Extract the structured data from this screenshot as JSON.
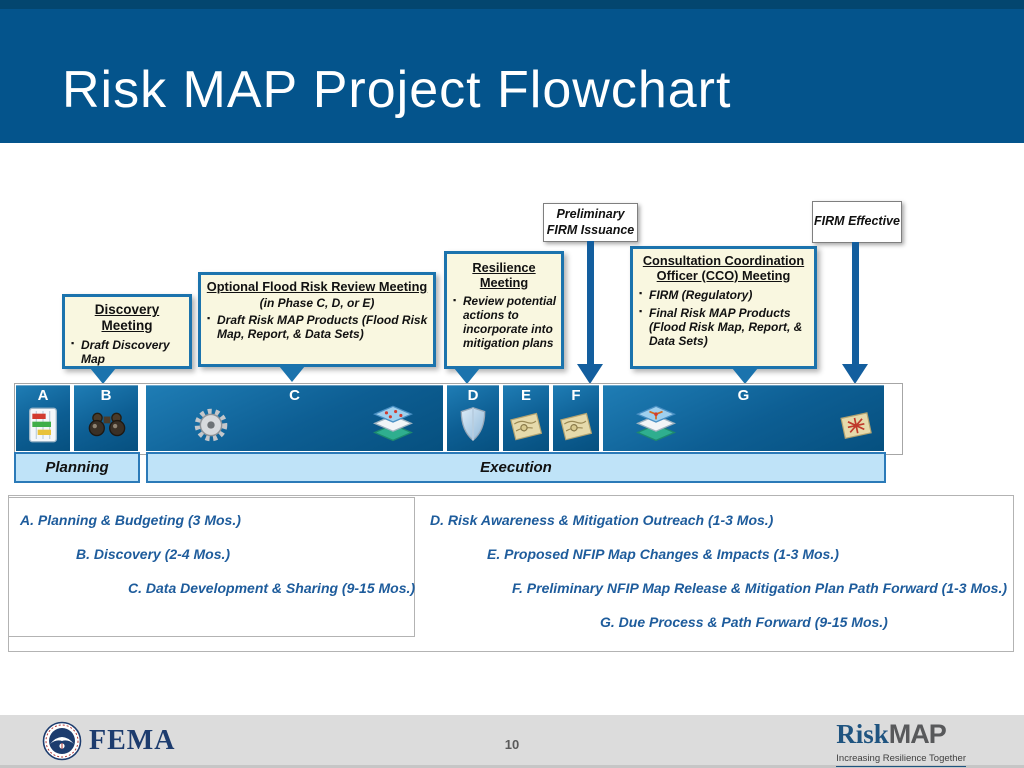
{
  "header": {
    "title": "Risk MAP Project Flowchart"
  },
  "callouts": {
    "discovery": {
      "title": "Discovery Meeting",
      "bullets": [
        "Draft Discovery Map"
      ]
    },
    "optional": {
      "title": "Optional Flood Risk Review Meeting",
      "subtitle": "(in Phase C, D, or E)",
      "bullets": [
        "Draft  Risk MAP Products (Flood Risk Map, Report, & Data Sets)"
      ]
    },
    "resilience": {
      "title": "Resilience Meeting",
      "bullets": [
        "Review potential actions to incorporate into mitigation plans"
      ]
    },
    "cco": {
      "title": "Consultation Coordination Officer (CCO) Meeting",
      "bullets": [
        "FIRM (Regulatory)",
        "Final Risk MAP Products (Flood Risk Map, Report, & Data Sets)"
      ]
    },
    "preliminary_firm": {
      "label": "Preliminary FIRM Issuance"
    },
    "firm_effective": {
      "label": "FIRM Effective"
    }
  },
  "timeline": {
    "segments": [
      {
        "letter": "A",
        "icon": "project-plan-icon"
      },
      {
        "letter": "B",
        "icon": "binoculars-icon"
      },
      {
        "letter": "C",
        "icon": "gear-icon, map-layers-icon"
      },
      {
        "letter": "D",
        "icon": "shield-icon"
      },
      {
        "letter": "E",
        "icon": "map-icon"
      },
      {
        "letter": "F",
        "icon": "map-icon"
      },
      {
        "letter": "G",
        "icon": "map-layers-icon, map-icon"
      }
    ],
    "phases": [
      {
        "label": "Planning"
      },
      {
        "label": "Execution"
      }
    ]
  },
  "legend": {
    "left": [
      "A.  Planning & Budgeting (3 Mos.)",
      "B.  Discovery (2-4 Mos.)",
      "C.  Data Development & Sharing (9-15 Mos.)"
    ],
    "right": [
      "D. Risk Awareness & Mitigation Outreach (1-3 Mos.)",
      "E. Proposed NFIP Map Changes & Impacts (1-3 Mos.)",
      "F. Preliminary NFIP Map Release & Mitigation Plan Path Forward (1-3 Mos.)",
      "G. Due Process & Path Forward (9-15 Mos.)"
    ]
  },
  "footer": {
    "fema_label": "FEMA",
    "page_number": "10",
    "riskmap_risk": "Risk",
    "riskmap_map": "MAP",
    "riskmap_tagline": "Increasing Resilience Together"
  },
  "colors": {
    "header_blue": "#04548C",
    "callout_border_blue": "#1b73ad",
    "callout_cream": "#f9f7e0",
    "segment_blue_dark": "#06507f",
    "phase_band_blue": "#bfe3f8",
    "legend_text_blue": "#1e5c9c",
    "arrow_blue": "#135e9e",
    "footer_gray": "#dcdcdc"
  }
}
